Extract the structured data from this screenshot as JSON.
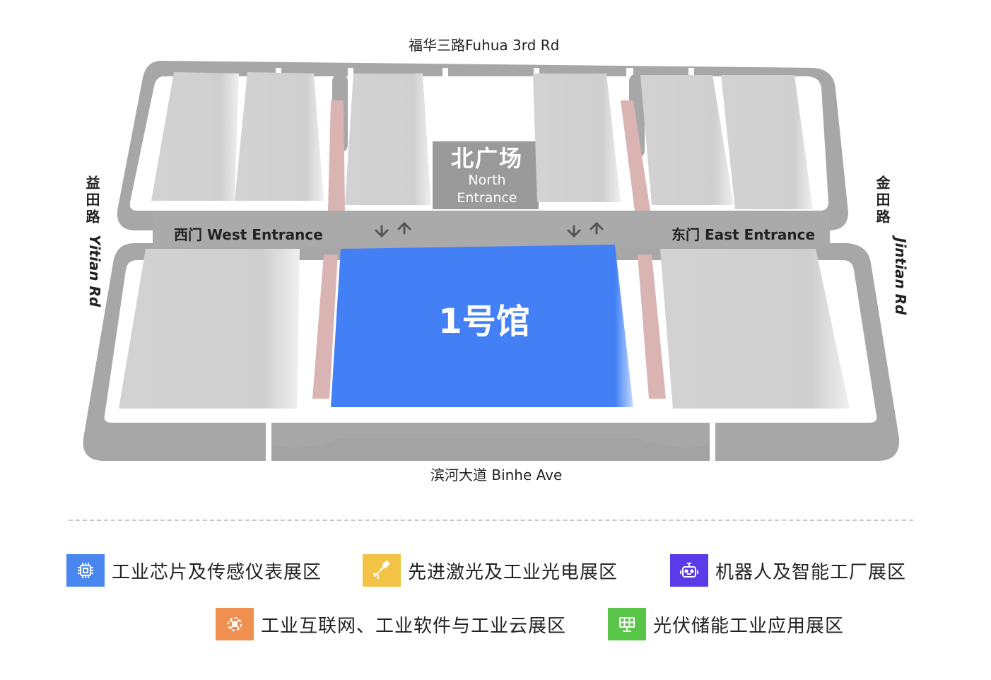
{
  "roads": {
    "north": "福华三路Fuhua 3rd Rd",
    "south": "滨河大道 Binhe Ave",
    "west_zh": "益田路",
    "west_en": "Yitian Rd",
    "east_zh": "金田路",
    "east_en": "Jintian Rd"
  },
  "entrances": {
    "west": "西门 West Entrance",
    "east": "东门 East Entrance",
    "north_zh": "北广场",
    "north_en_1": "North",
    "north_en_2": "Entrance"
  },
  "highlighted_hall": {
    "label": "1号馆",
    "color": "#4480f5"
  },
  "legend": [
    {
      "label": "工业芯片及传感仪表展区",
      "color": "#4a86f0",
      "icon": "chip-icon"
    },
    {
      "label": "先进激光及工业光电展区",
      "color": "#f2c344",
      "icon": "laser-icon"
    },
    {
      "label": "机器人及智能工厂展区",
      "color": "#5b3be8",
      "icon": "robot-icon"
    },
    {
      "label": "工业互联网、工业软件与工业云展区",
      "color": "#f09050",
      "icon": "network-icon"
    },
    {
      "label": "光伏储能工业应用展区",
      "color": "#58c448",
      "icon": "solar-panel-icon"
    }
  ]
}
